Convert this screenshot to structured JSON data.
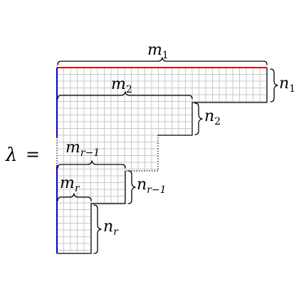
{
  "lhs": {
    "symbol": "λ",
    "equals": "="
  },
  "colors": {
    "top_edge": "#e00000",
    "left_edge": "#0000cc",
    "grid": "#c8c8c8",
    "outline": "#000000"
  },
  "labels": {
    "m1": {
      "base": "m",
      "sub": "1"
    },
    "m2": {
      "base": "m",
      "sub": "2"
    },
    "m_r_minus_1": {
      "base": "m",
      "sub": "r−1"
    },
    "m_r": {
      "base": "m",
      "sub": "r"
    },
    "n1": {
      "base": "n",
      "sub": "1"
    },
    "n2": {
      "base": "n",
      "sub": "2"
    },
    "n_r_minus_1": {
      "base": "n",
      "sub": "r−1"
    },
    "n_r": {
      "base": "n",
      "sub": "r"
    }
  }
}
